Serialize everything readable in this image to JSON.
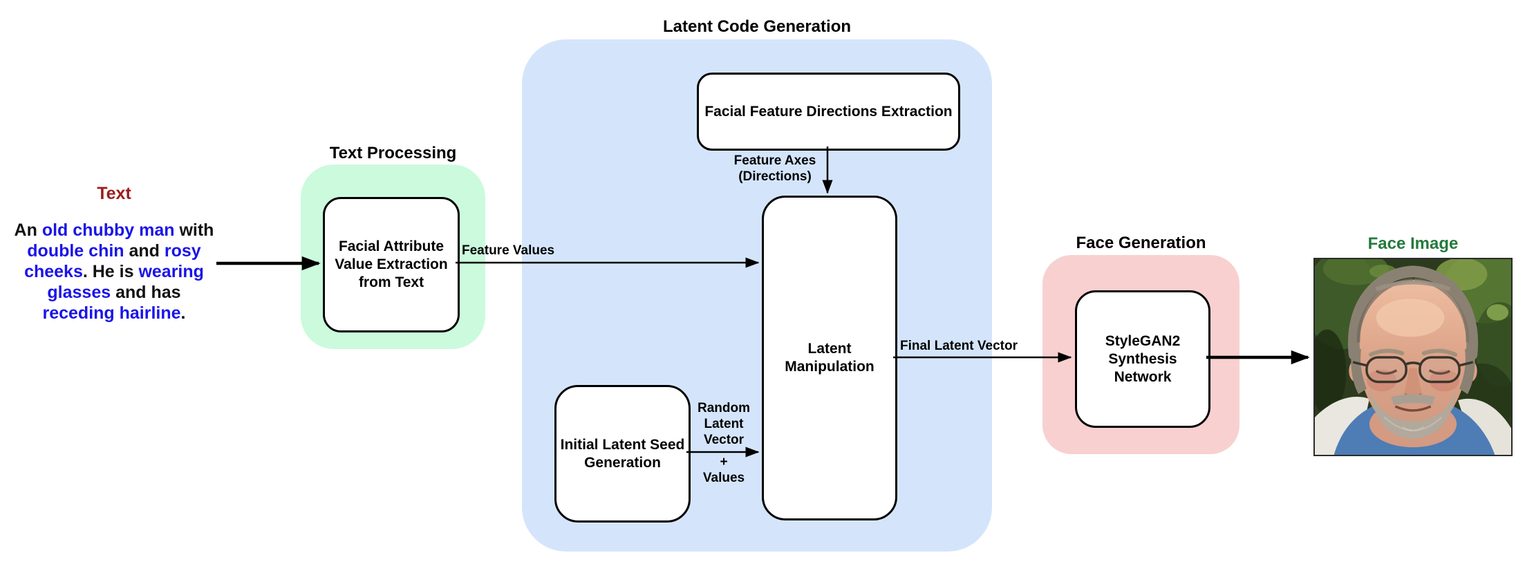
{
  "colors": {
    "text_processing_bg": "#cbfadd",
    "latent_code_bg": "#d4e5fb",
    "face_generation_bg": "#f8d0cf",
    "input_title_color": "#9e1b1b",
    "output_title_color": "#247a3d",
    "attribute_highlight": "#1a14e8",
    "arrow_color": "#000000",
    "box_border_color": "#000000"
  },
  "input_text": {
    "title": "Text",
    "lines": [
      [
        {
          "t": "An ",
          "c": "k"
        },
        {
          "t": "old chubby man",
          "c": "b"
        },
        {
          "t": " with",
          "c": "k"
        }
      ],
      [
        {
          "t": "double chin",
          "c": "b"
        },
        {
          "t": " and ",
          "c": "k"
        },
        {
          "t": "rosy",
          "c": "b"
        }
      ],
      [
        {
          "t": "cheeks",
          "c": "b"
        },
        {
          "t": ". He is ",
          "c": "k"
        },
        {
          "t": "wearing",
          "c": "b"
        }
      ],
      [
        {
          "t": "glasses",
          "c": "b"
        },
        {
          "t": " and has",
          "c": "k"
        }
      ],
      [
        {
          "t": "receding hairline",
          "c": "b"
        },
        {
          "t": ".",
          "c": "k"
        }
      ]
    ]
  },
  "sections": {
    "text_processing": {
      "title": "Text Processing",
      "box_label": "Facial Attribute\nValue Extraction\nfrom Text"
    },
    "latent_code_generation": {
      "title": "Latent Code Generation",
      "directions_box_label": "Facial Feature Directions Extraction",
      "manipulation_box_label": "Latent\nManipulation",
      "seed_box_label": "Initial Latent Seed\nGeneration"
    },
    "face_generation": {
      "title": "Face Generation",
      "box_label": "StyleGAN2\nSynthesis\nNetwork"
    }
  },
  "arrow_labels": {
    "feature_values": "Feature Values",
    "feature_axes": "Feature Axes\n(Directions)",
    "random_latent_top": "Random\nLatent\nVector",
    "random_latent_bottom": "+\nValues",
    "final_latent_vector": "Final Latent Vector"
  },
  "output": {
    "title": "Face Image"
  }
}
